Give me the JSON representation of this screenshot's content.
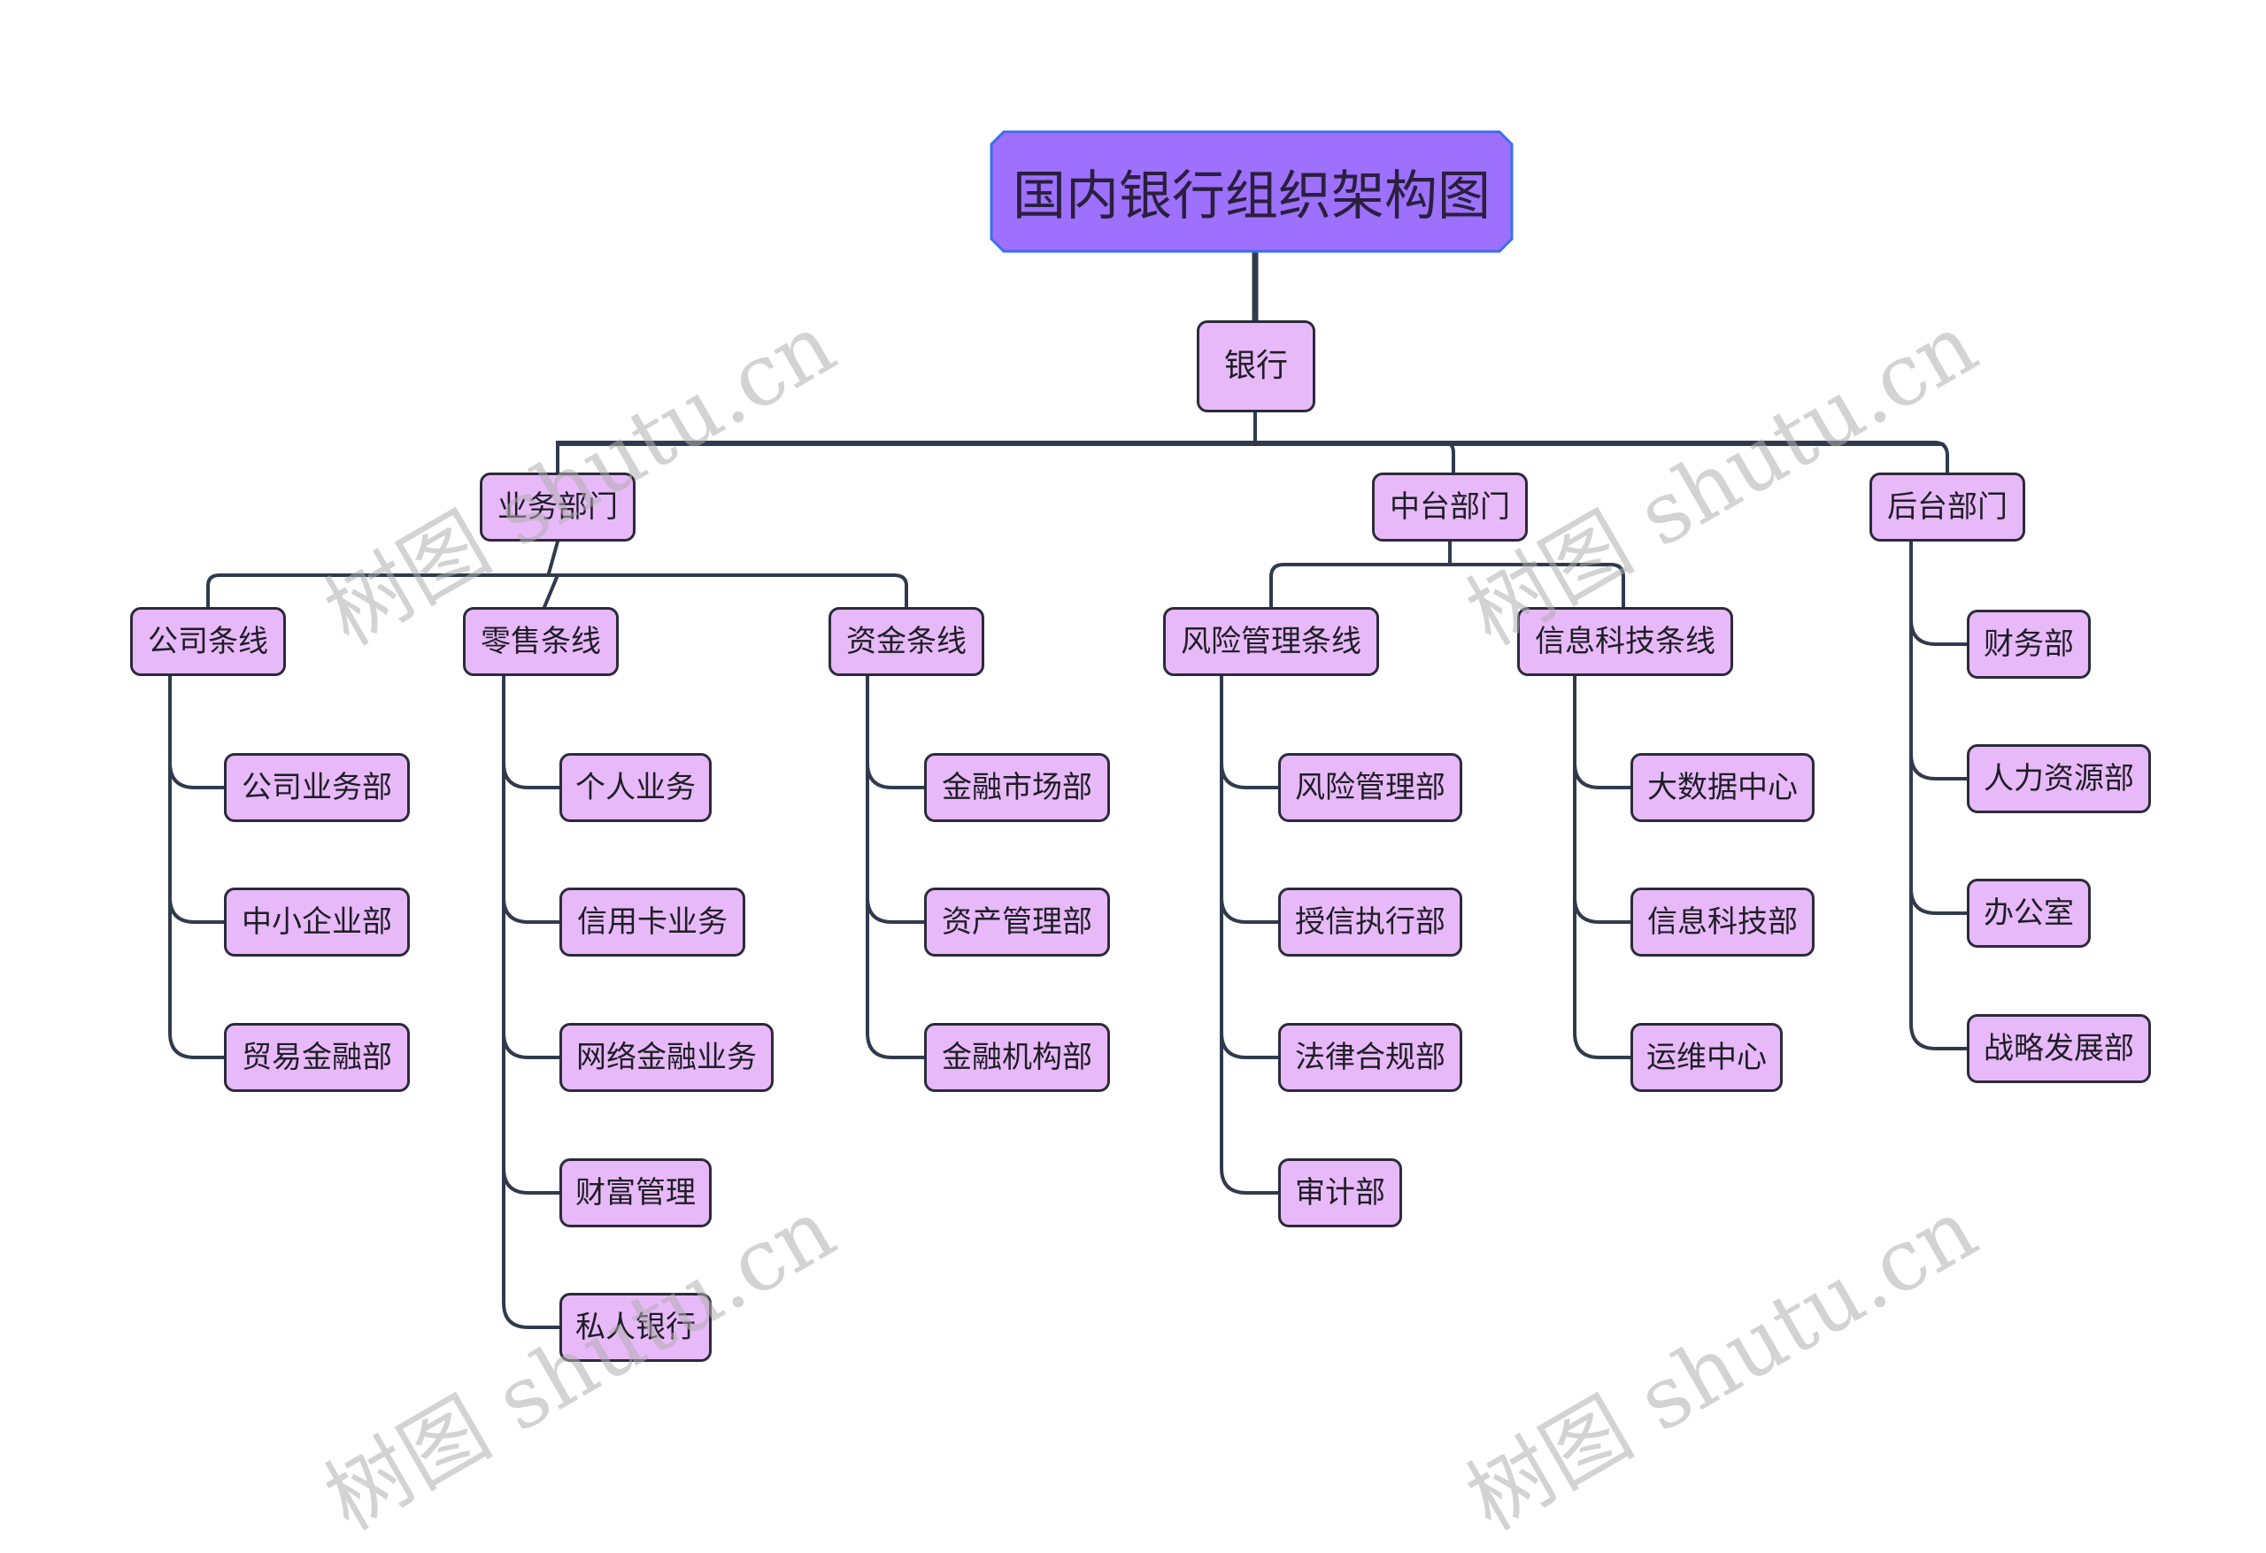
{
  "title": "国内银行组织架构图",
  "watermark": "树图 shutu.cn",
  "colors": {
    "node_fill": "#E8B9F8",
    "root_fill": "#9D70FD",
    "line": "#2F3B4D"
  },
  "bank": "银行",
  "departments": [
    {
      "name": "业务部门",
      "lines": [
        {
          "name": "公司条线",
          "units": [
            "公司业务部",
            "中小企业部",
            "贸易金融部"
          ]
        },
        {
          "name": "零售条线",
          "units": [
            "个人业务",
            "信用卡业务",
            "网络金融业务",
            "财富管理",
            "私人银行"
          ]
        },
        {
          "name": "资金条线",
          "units": [
            "金融市场部",
            "资产管理部",
            "金融机构部"
          ]
        }
      ]
    },
    {
      "name": "中台部门",
      "lines": [
        {
          "name": "风险管理条线",
          "units": [
            "风险管理部",
            "授信执行部",
            "法律合规部",
            "审计部"
          ]
        },
        {
          "name": "信息科技条线",
          "units": [
            "大数据中心",
            "信息科技部",
            "运维中心"
          ]
        }
      ]
    },
    {
      "name": "后台部门",
      "units": [
        "财务部",
        "人力资源部",
        "办公室",
        "战略发展部"
      ]
    }
  ]
}
